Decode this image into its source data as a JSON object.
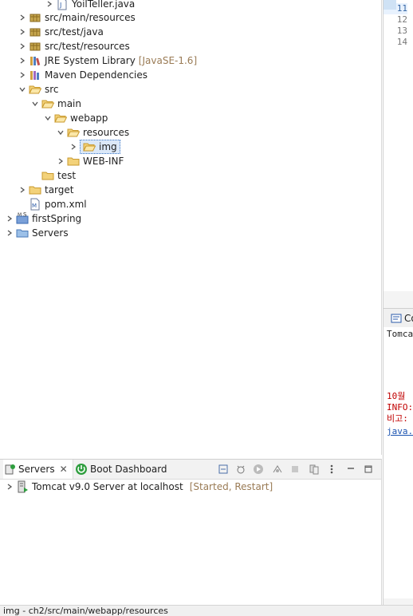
{
  "project_explorer": {
    "items": [
      {
        "label": "YoilTeller.java",
        "decoration": ""
      },
      {
        "label": "src/main/resources",
        "decoration": ""
      },
      {
        "label": "src/test/java",
        "decoration": ""
      },
      {
        "label": "src/test/resources",
        "decoration": ""
      },
      {
        "label": "JRE System Library",
        "decoration": "[JavaSE-1.6]"
      },
      {
        "label": "Maven Dependencies",
        "decoration": ""
      },
      {
        "label": "src",
        "decoration": ""
      },
      {
        "label": "main",
        "decoration": ""
      },
      {
        "label": "webapp",
        "decoration": ""
      },
      {
        "label": "resources",
        "decoration": ""
      },
      {
        "label": "img",
        "decoration": ""
      },
      {
        "label": "WEB-INF",
        "decoration": ""
      },
      {
        "label": "test",
        "decoration": ""
      },
      {
        "label": "target",
        "decoration": ""
      },
      {
        "label": "pom.xml",
        "decoration": ""
      },
      {
        "label": "firstSpring",
        "decoration": ""
      },
      {
        "label": "Servers",
        "decoration": ""
      }
    ]
  },
  "editor": {
    "line_numbers": [
      "11",
      "12",
      "13",
      "14"
    ]
  },
  "console": {
    "tab_label": "Co",
    "title": "Tomcat",
    "lines": [
      {
        "text": "10월",
        "color": "#c00000"
      },
      {
        "text": "INFO:",
        "color": "#c00000"
      },
      {
        "text": " 비고:",
        "color": "#c00000"
      },
      {
        "text": "java.",
        "color": "#1a53b0"
      }
    ]
  },
  "servers_view": {
    "tabs": [
      {
        "label": "Servers"
      },
      {
        "label": "Boot Dashboard"
      }
    ],
    "items": [
      {
        "label": "Tomcat v9.0 Server at localhost",
        "status": "[Started, Restart]"
      }
    ]
  },
  "status_bar": {
    "text": "img - ch2/src/main/webapp/resources"
  },
  "colors": {
    "package_icon": "#a08030",
    "folder_icon": "#e8b84a",
    "selection_bg": "#dbe8f8",
    "error_text": "#c00000",
    "link_text": "#1a53b0",
    "decoration_text": "#9a7b55",
    "boot_green": "#2e9e3e"
  }
}
